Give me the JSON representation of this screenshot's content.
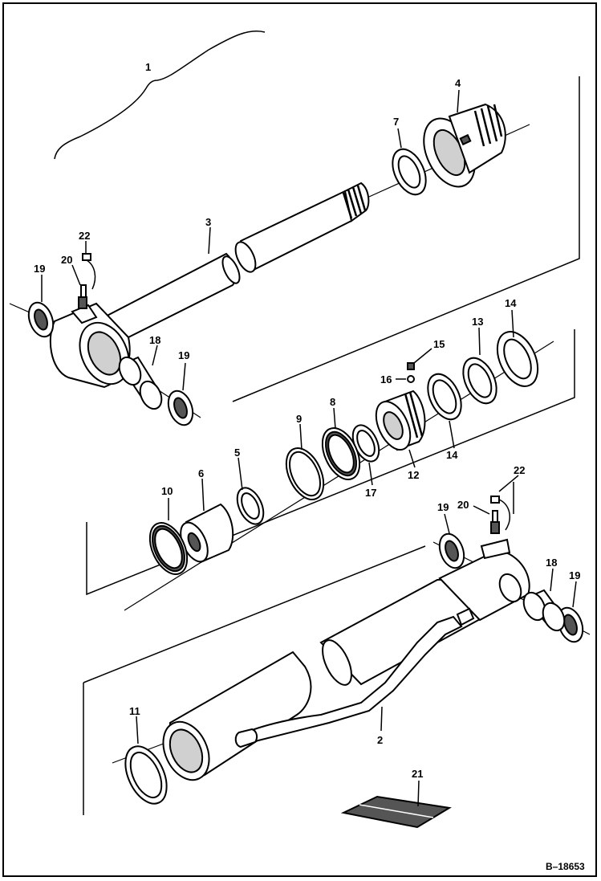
{
  "drawing_ref": "B–18653",
  "callouts": [
    {
      "id": "c1",
      "text": "1"
    },
    {
      "id": "c2",
      "text": "2"
    },
    {
      "id": "c3",
      "text": "3"
    },
    {
      "id": "c4",
      "text": "4"
    },
    {
      "id": "c5",
      "text": "5"
    },
    {
      "id": "c6",
      "text": "6"
    },
    {
      "id": "c7",
      "text": "7"
    },
    {
      "id": "c8",
      "text": "8"
    },
    {
      "id": "c9",
      "text": "9"
    },
    {
      "id": "c10",
      "text": "10"
    },
    {
      "id": "c11",
      "text": "11"
    },
    {
      "id": "c12",
      "text": "12"
    },
    {
      "id": "c13",
      "text": "13"
    },
    {
      "id": "c14a",
      "text": "14"
    },
    {
      "id": "c14b",
      "text": "14"
    },
    {
      "id": "c15",
      "text": "15"
    },
    {
      "id": "c16",
      "text": "16"
    },
    {
      "id": "c17",
      "text": "17"
    },
    {
      "id": "c18a",
      "text": "18"
    },
    {
      "id": "c18b",
      "text": "18"
    },
    {
      "id": "c19a",
      "text": "19"
    },
    {
      "id": "c19b",
      "text": "19"
    },
    {
      "id": "c19c",
      "text": "19"
    },
    {
      "id": "c19d",
      "text": "19"
    },
    {
      "id": "c20a",
      "text": "20"
    },
    {
      "id": "c20b",
      "text": "20"
    },
    {
      "id": "c21",
      "text": "21"
    },
    {
      "id": "c22a",
      "text": "22"
    },
    {
      "id": "c22b",
      "text": "22"
    }
  ]
}
